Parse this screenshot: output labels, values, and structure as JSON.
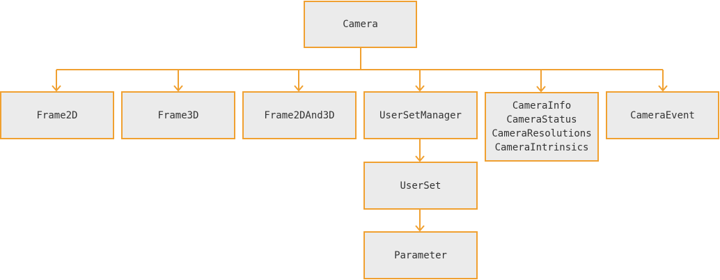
{
  "colors": {
    "accent": "#f0a030",
    "box_fill": "#ebebeb",
    "text": "#333333"
  },
  "nodes": {
    "camera": "Camera",
    "frame2d": "Frame2D",
    "frame3d": "Frame3D",
    "frame2dand3d": "Frame2DAnd3D",
    "usersetmanager": "UserSetManager",
    "camera_info_group": [
      "CameraInfo",
      "CameraStatus",
      "CameraResolutions",
      "CameraIntrinsics"
    ],
    "cameraevent": "CameraEvent",
    "userset": "UserSet",
    "parameter": "Parameter"
  }
}
